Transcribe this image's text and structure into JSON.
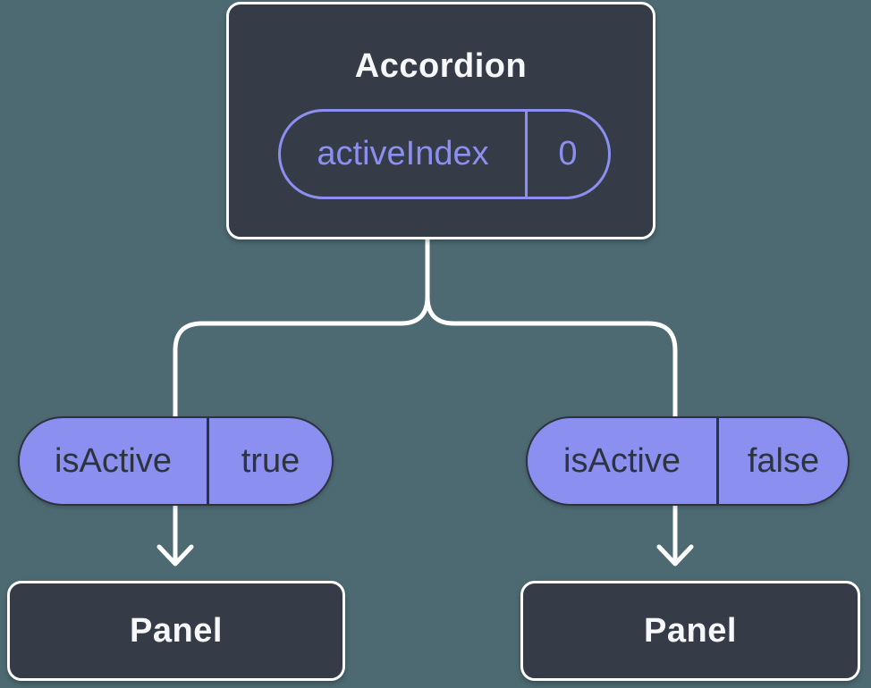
{
  "colors": {
    "background": "#4d6a72",
    "node_fill": "#353b47",
    "node_border": "#ffffff",
    "connector": "#ffffff",
    "purple": "#8b8ff0",
    "dark_text": "#2d333f",
    "light_text": "#f6f7f9"
  },
  "icons": {
    "arrow": "arrow-down"
  },
  "diagram": {
    "root": {
      "title": "Accordion",
      "state": {
        "name": "activeIndex",
        "value": "0"
      }
    },
    "branches": [
      {
        "prop": {
          "name": "isActive",
          "value": "true"
        },
        "child": {
          "title": "Panel"
        }
      },
      {
        "prop": {
          "name": "isActive",
          "value": "false"
        },
        "child": {
          "title": "Panel"
        }
      }
    ]
  }
}
